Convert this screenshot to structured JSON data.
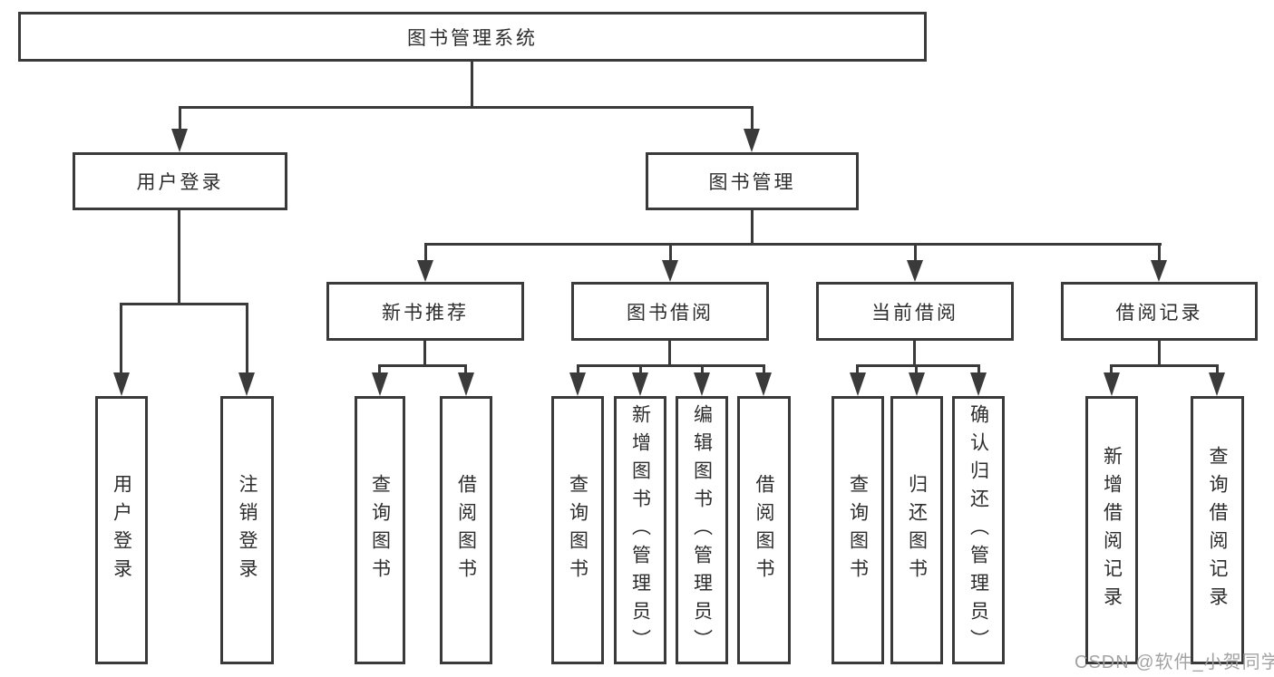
{
  "diagram_title": "图书管理系统",
  "tree": {
    "label": "图书管理系统",
    "children": [
      {
        "label": "用户登录",
        "children": [
          {
            "label": "用户登录"
          },
          {
            "label": "注销登录"
          }
        ]
      },
      {
        "label": "图书管理",
        "children": [
          {
            "label": "新书推荐",
            "children": [
              {
                "label": "查询图书"
              },
              {
                "label": "借阅图书"
              }
            ]
          },
          {
            "label": "图书借阅",
            "children": [
              {
                "label": "查询图书"
              },
              {
                "label": "新增图书（管理员）"
              },
              {
                "label": "编辑图书（管理员）"
              },
              {
                "label": "借阅图书"
              }
            ]
          },
          {
            "label": "当前借阅",
            "children": [
              {
                "label": "查询图书"
              },
              {
                "label": "归还图书"
              },
              {
                "label": "确认归还（管理员）"
              }
            ]
          },
          {
            "label": "借阅记录",
            "children": [
              {
                "label": "新增借阅记录"
              },
              {
                "label": "查询借阅记录"
              }
            ]
          }
        ]
      }
    ]
  },
  "watermark": {
    "text": "CSDN @软件_小贺同学"
  },
  "colors": {
    "line": "#3a3a3a",
    "text": "#2d2d2d",
    "watermark": "#9e9e9e"
  }
}
